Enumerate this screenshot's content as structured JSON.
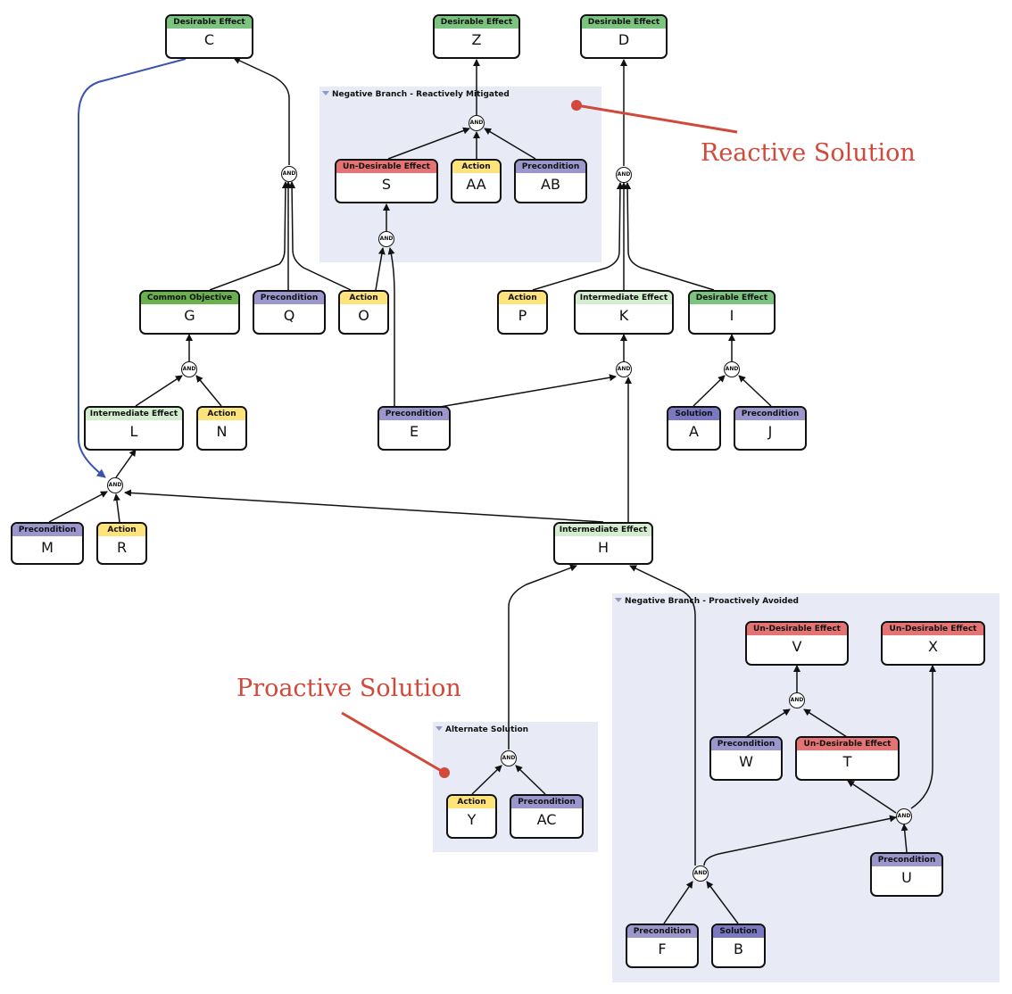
{
  "colors": {
    "desirable": "#7bc47f",
    "objective": "#6ab04c",
    "undesirable": "#e57373",
    "action": "#fde37a",
    "precondition": "#9b97cc",
    "solution": "#7a78c0",
    "intermediate": "#d4ecd0",
    "group_bg": "#e8ebf5",
    "annotation": "#d0493a",
    "highlight_edge": "#3a52b0"
  },
  "groups": {
    "reactive": {
      "label": "Negative Branch - Reactively Mitigated"
    },
    "proactive": {
      "label": "Negative Branch - Proactively Avoided"
    },
    "alternate": {
      "label": "Alternate Solution"
    }
  },
  "annotations": {
    "reactive": "Reactive Solution",
    "proactive": "Proactive Solution"
  },
  "and_label": "AND",
  "nodes": {
    "C": {
      "type": "Desirable Effect",
      "label": "C",
      "color_key": "desirable"
    },
    "Z": {
      "type": "Desirable Effect",
      "label": "Z",
      "color_key": "desirable"
    },
    "D": {
      "type": "Desirable Effect",
      "label": "D",
      "color_key": "desirable"
    },
    "S": {
      "type": "Un-Desirable Effect",
      "label": "S",
      "color_key": "undesirable"
    },
    "AA": {
      "type": "Action",
      "label": "AA",
      "color_key": "action"
    },
    "AB": {
      "type": "Precondition",
      "label": "AB",
      "color_key": "precondition"
    },
    "G": {
      "type": "Common Objective",
      "label": "G",
      "color_key": "objective"
    },
    "Q": {
      "type": "Precondition",
      "label": "Q",
      "color_key": "precondition"
    },
    "O": {
      "type": "Action",
      "label": "O",
      "color_key": "action"
    },
    "P": {
      "type": "Action",
      "label": "P",
      "color_key": "action"
    },
    "K": {
      "type": "Intermediate Effect",
      "label": "K",
      "color_key": "intermediate"
    },
    "I": {
      "type": "Desirable Effect",
      "label": "I",
      "color_key": "desirable"
    },
    "L": {
      "type": "Intermediate Effect",
      "label": "L",
      "color_key": "intermediate"
    },
    "N": {
      "type": "Action",
      "label": "N",
      "color_key": "action"
    },
    "E": {
      "type": "Precondition",
      "label": "E",
      "color_key": "precondition"
    },
    "A": {
      "type": "Solution",
      "label": "A",
      "color_key": "solution"
    },
    "J": {
      "type": "Precondition",
      "label": "J",
      "color_key": "precondition"
    },
    "M": {
      "type": "Precondition",
      "label": "M",
      "color_key": "precondition"
    },
    "R": {
      "type": "Action",
      "label": "R",
      "color_key": "action"
    },
    "H": {
      "type": "Intermediate Effect",
      "label": "H",
      "color_key": "intermediate"
    },
    "V": {
      "type": "Un-Desirable Effect",
      "label": "V",
      "color_key": "undesirable"
    },
    "X": {
      "type": "Un-Desirable Effect",
      "label": "X",
      "color_key": "undesirable"
    },
    "W": {
      "type": "Precondition",
      "label": "W",
      "color_key": "precondition"
    },
    "T": {
      "type": "Un-Desirable Effect",
      "label": "T",
      "color_key": "undesirable"
    },
    "Y": {
      "type": "Action",
      "label": "Y",
      "color_key": "action"
    },
    "AC": {
      "type": "Precondition",
      "label": "AC",
      "color_key": "precondition"
    },
    "U": {
      "type": "Precondition",
      "label": "U",
      "color_key": "precondition"
    },
    "F": {
      "type": "Precondition",
      "label": "F",
      "color_key": "precondition"
    },
    "B": {
      "type": "Solution",
      "label": "B",
      "color_key": "solution"
    }
  }
}
